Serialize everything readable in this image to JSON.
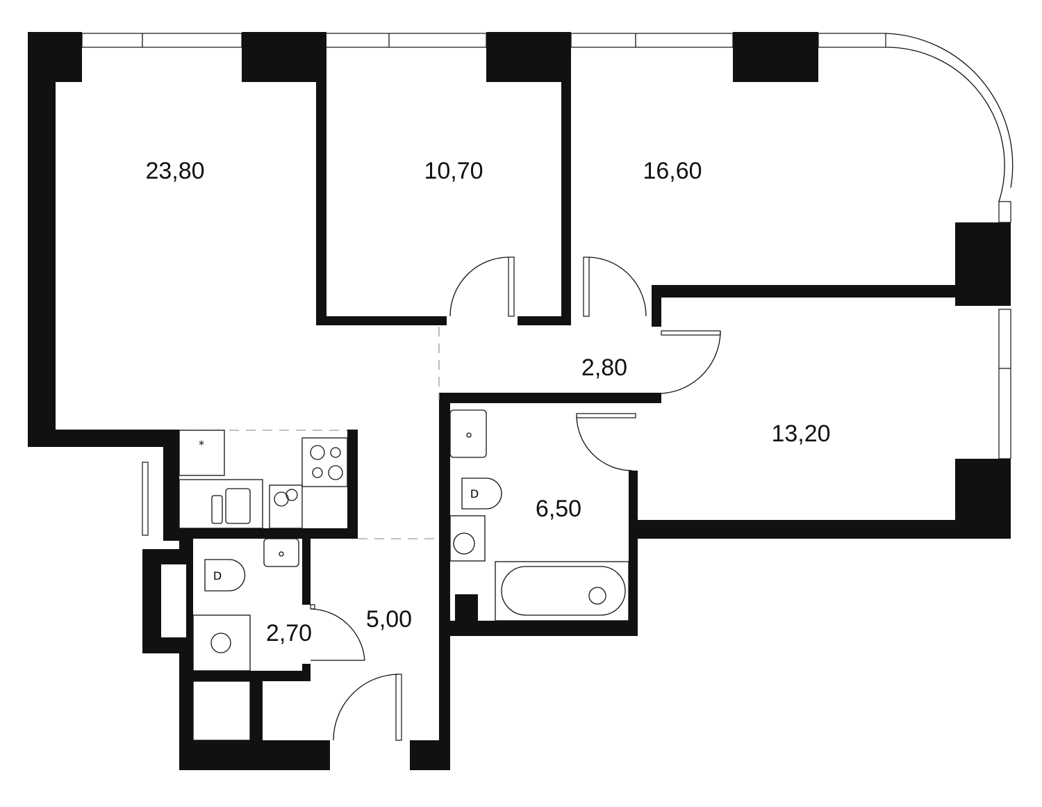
{
  "plan": {
    "rooms": [
      {
        "id": "living-room",
        "area": "23,80"
      },
      {
        "id": "bedroom-small",
        "area": "10,70"
      },
      {
        "id": "bedroom-corner",
        "area": "16,60"
      },
      {
        "id": "corridor",
        "area": "2,80"
      },
      {
        "id": "bedroom-right",
        "area": "13,20"
      },
      {
        "id": "bathroom",
        "area": "6,50"
      },
      {
        "id": "hallway",
        "area": "5,00"
      },
      {
        "id": "wc",
        "area": "2,70"
      }
    ],
    "colors": {
      "wall": "#111111",
      "background": "#ffffff"
    }
  }
}
